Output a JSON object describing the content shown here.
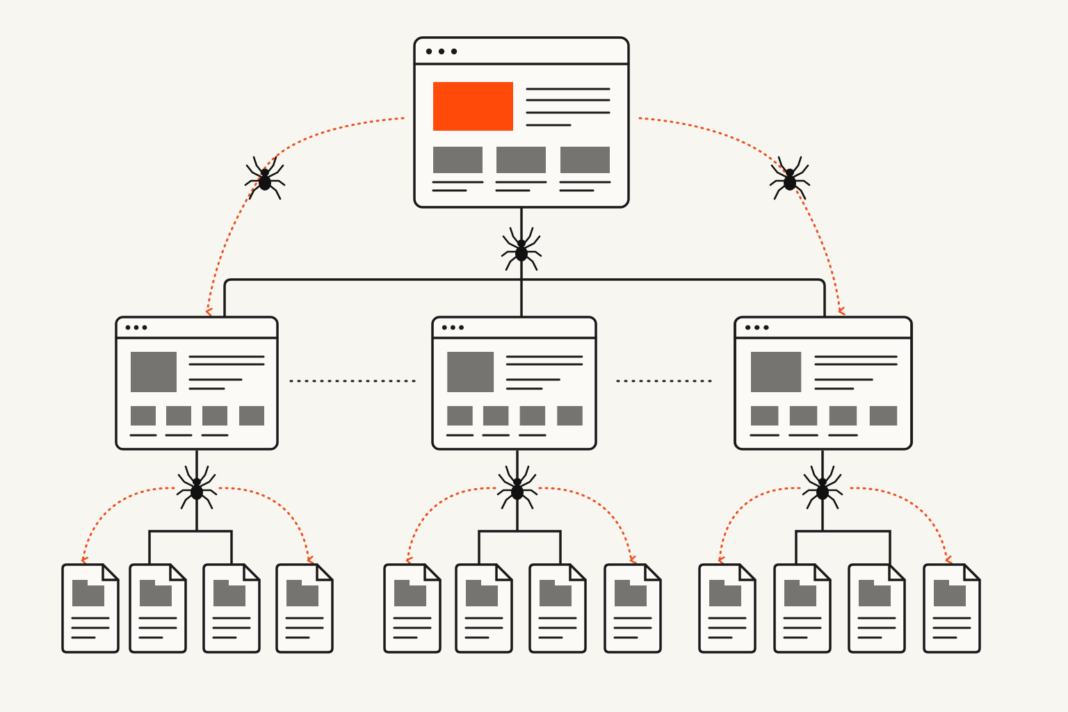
{
  "colors": {
    "background": "#f8f6f1",
    "ink": "#1a1a1a",
    "accent": "#ff4a0a",
    "placeholder_block": "#767470",
    "crawl_path": "#f0501e"
  },
  "icons": {
    "crawler": "spider-icon",
    "root_page": "browser-window-icon",
    "section_page": "browser-window-icon",
    "leaf_page": "document-icon"
  },
  "tree": {
    "root": {
      "hero_highlight": "accent"
    },
    "sections": [
      {
        "id": "left",
        "documents": 4
      },
      {
        "id": "center",
        "documents": 4
      },
      {
        "id": "right",
        "documents": 4
      }
    ]
  }
}
